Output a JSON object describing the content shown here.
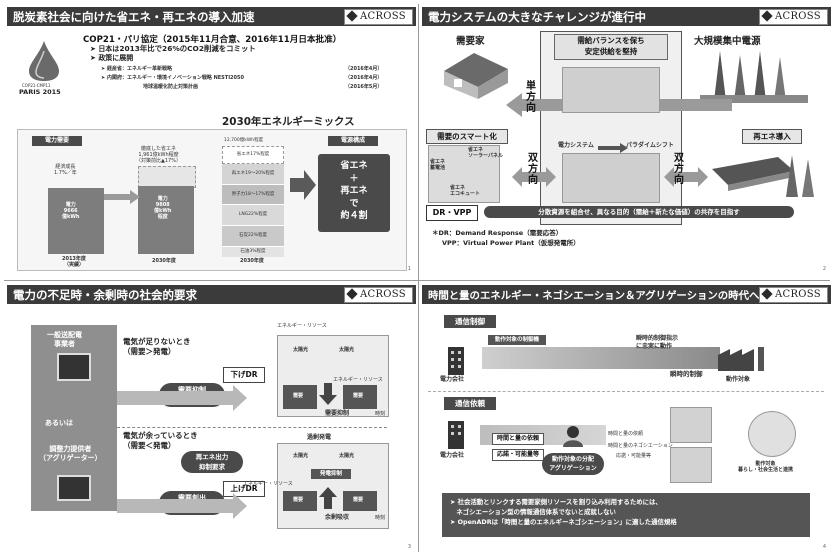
{
  "slide1": {
    "title": "脱炭素社会に向けた省エネ・再エネの導入加速",
    "logo": "ACROSS",
    "cop_heading": "COP21・パリ協定（2015年11月合意、2016年11月日本批准）",
    "logo_cop": "COP21·CMP11",
    "logo_paris": "PARIS 2015",
    "bullet1_pre": "日本は",
    "bullet1_em": "2013年比で26%のCO2削減をコミット",
    "bullet2": "政策に展開",
    "sub1_label": "経産省：エネルギー革新戦略",
    "sub1_date": "（2016年4月）",
    "sub2_label": "内閣府：エネルギー・環境イノベーション戦略 NESTI2050",
    "sub2_date": "（2016年4月）",
    "sub3_label": "地球温暖化防止対策計画",
    "sub3_date": "（2016年5月）",
    "mix_title": "2030年エネルギーミックス",
    "chart_header_left": "電力需要",
    "chart_header_right": "電源構成",
    "growth_label": "経済成長\n1.7%／年",
    "saving_label": "徹底した省エネ\n1,961億kWh程度\n（対策前比▲17%）",
    "bar1_label": "電力\n9666\n億kWh",
    "bar2_label": "電力\n9808\n億kWh\n程度",
    "stack_top": "12,700億kWh程度",
    "stack_items": [
      "省エネ17%程度",
      "再エネ19〜20%程度",
      "原子力18〜17%程度",
      "LNG22%程度",
      "石炭22%程度",
      "石油3%程度"
    ],
    "year1": "2013年度\n（実績）",
    "year2": "2030年度",
    "year3": "2030年度",
    "result_box": "省エネ\n＋\n再エネ\nで\n約４割",
    "page": "1"
  },
  "slide2": {
    "title": "電力システムの大きなチャレンジが進行中",
    "logo": "ACROSS",
    "consumer": "需要家",
    "balance": "需給バランスを保ち\n安定供給を堅持",
    "central": "大規模集中電源",
    "one_way": "単\n方\n向",
    "power_system": "電力システム",
    "paradigm": "パラダイムシフト",
    "smart_demand": "需要のスマート化",
    "re_intro": "再エネ導入",
    "solar_panel": "省エネ\nソーラーパネル",
    "storage": "省エネ\n蓄電池",
    "ecocute": "省エネ\nエコキュート",
    "two_way": "双\n方\n向",
    "dr_vpp": "DR・VPP",
    "distributed": "分散資源を組合せ、異なる目的（需給＋新たな価値）の共存を目指す",
    "note_dr": "＊DR：Demand Response（需要応答）",
    "note_vpp": "VPP：Virtual  Power  Plant（仮想発電所）",
    "page": "2"
  },
  "slide3": {
    "title": "電力の不足時・余剰時の社会的要求",
    "logo": "ACROSS",
    "utility": "一般送配電\n事業者",
    "shortage": "電気が足りないとき\n（需要＞発電）",
    "down_dr": "下げDR",
    "restrain_req": "需要抑制\n要求",
    "er_resource1": "エネルギー・リソース",
    "er_resource2": "エネルギー・リソース",
    "demand_restrain": "需要抑制",
    "or": "あるいは",
    "aggregator": "調整力提供者\n（アグリゲーター）",
    "surplus": "電気が余っているとき\n（需要＜発電）",
    "re_output": "再エネ出力\n抑制要求",
    "excess": "過剰発電",
    "gen_restrain": "発電抑制",
    "up_dr": "上げDR",
    "create_req": "需要創出\n要求",
    "er_resource3": "エネルギー・リソース",
    "surplus_absorb": "余剰吸収",
    "time": "時刻",
    "demand": "需要",
    "solar": "太陽光",
    "page": "3"
  },
  "slide4": {
    "title": "時間と量のエネルギー・ネゴシエーション＆アグリゲーションの時代へ",
    "logo": "ACROSS",
    "comm_control": "通信制御",
    "control_target": "動作対象の制御機",
    "instant": "瞬時的",
    "instruction": "制御指示",
    "faithful": "に忠実に動作",
    "instant_control": "瞬時的制御",
    "power_co": "電力会社",
    "operating_target": "動作対象",
    "comm_request": "通信依頼",
    "time_qty_req": "時間と量の依頼",
    "response_adj": "応諾・可能量等",
    "time_qty_nego": "時間と量のネゴシエーション",
    "response_qty": "応諾・可能量等",
    "time_qty_dep": "時間と量の依頼",
    "distribute": "動作対象の分配\nアグリゲーション",
    "power_co2": "電力会社",
    "operating_target2": "動作対象\n暮らし・社会生活と連携",
    "bullet1": "社会活動とリンクする需要家側リソースを割り込み利用するためには、\n　ネゴシエーション型の情報通信体系でないと成就しない",
    "bullet2": "OpenADRは「時間と量のエネルギーネゴシエーション」に適した通信規格",
    "page": "4"
  }
}
